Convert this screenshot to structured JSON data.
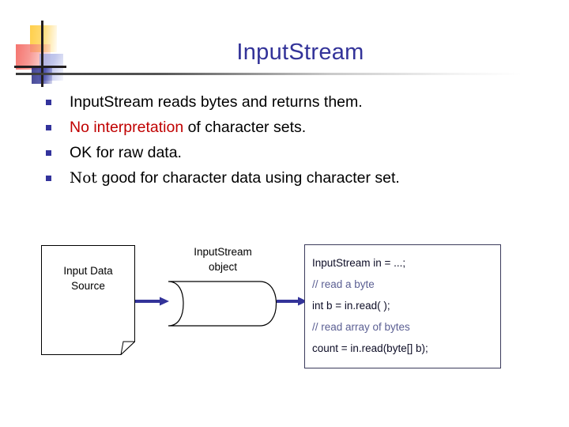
{
  "slide": {
    "title": "InputStream",
    "title_color": "#333399"
  },
  "bullets": [
    {
      "id": "bullet-1",
      "segments": [
        {
          "text": "InputStream reads bytes and returns them.",
          "style": "normal"
        }
      ]
    },
    {
      "id": "bullet-2",
      "segments": [
        {
          "text": "No interpretation",
          "style": "red"
        },
        {
          "text": " of character sets.",
          "style": "normal"
        }
      ]
    },
    {
      "id": "bullet-3",
      "segments": [
        {
          "text": "OK for raw data.",
          "style": "normal"
        }
      ]
    },
    {
      "id": "bullet-4",
      "segments": [
        {
          "text": "Not ",
          "style": "mono"
        },
        {
          "text": " good for character data using character set.",
          "style": "normal"
        }
      ]
    }
  ],
  "bullets_flat": {
    "b1": "InputStream reads bytes and returns them.",
    "b2_red": "No interpretation",
    "b2_rest": " of character sets.",
    "b3": "OK for raw data.",
    "b4_mono": "Not ",
    "b4_rest": " good for character data using character set."
  },
  "diagram": {
    "source_label_line1": "Input Data",
    "source_label_line2": "Source",
    "stream_label_line1": "InputStream",
    "stream_label_line2": "object",
    "arrow_color": "#333399",
    "shape_stroke": "#000000"
  },
  "code": {
    "lines": [
      {
        "text": "InputStream in = ...;",
        "kind": "code"
      },
      {
        "text": "// read a byte",
        "kind": "comment"
      },
      {
        "text": "int  b = in.read( );",
        "kind": "code"
      },
      {
        "text": "// read array of bytes",
        "kind": "comment"
      },
      {
        "text": "count = in.read(byte[] b);",
        "kind": "code"
      }
    ],
    "l1": "InputStream in = ...;",
    "l2": "// read a byte",
    "l3": "int  b = in.read( );",
    "l4": "// read array of bytes",
    "l5": "count = in.read(byte[] b);",
    "code_color": "#0d0d26",
    "comment_color": "#5b5f93"
  },
  "logo": {
    "name": "decorative-corner-mark",
    "colors": {
      "yellow": "#ffc423",
      "red": "#f2564f",
      "light_blue": "#9aa3e0",
      "navy": "#1d1f7a",
      "bar": "#231f20"
    }
  }
}
